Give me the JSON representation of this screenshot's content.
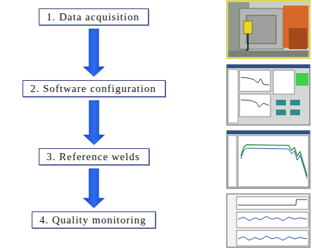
{
  "diagram": {
    "nodes": [
      {
        "text": [
          "1. Data acquisition"
        ]
      },
      {
        "text": [
          "2. Software configuration"
        ]
      },
      {
        "text": [
          "3. Reference welds"
        ]
      },
      {
        "text": [
          "4. Quality monitoring"
        ]
      }
    ],
    "edges": [
      {
        "from": 0,
        "to": 1,
        "arrow": "to"
      },
      {
        "from": 1,
        "to": 2,
        "arrow": "to"
      },
      {
        "from": 2,
        "to": 3,
        "arrow": "to"
      }
    ]
  }
}
